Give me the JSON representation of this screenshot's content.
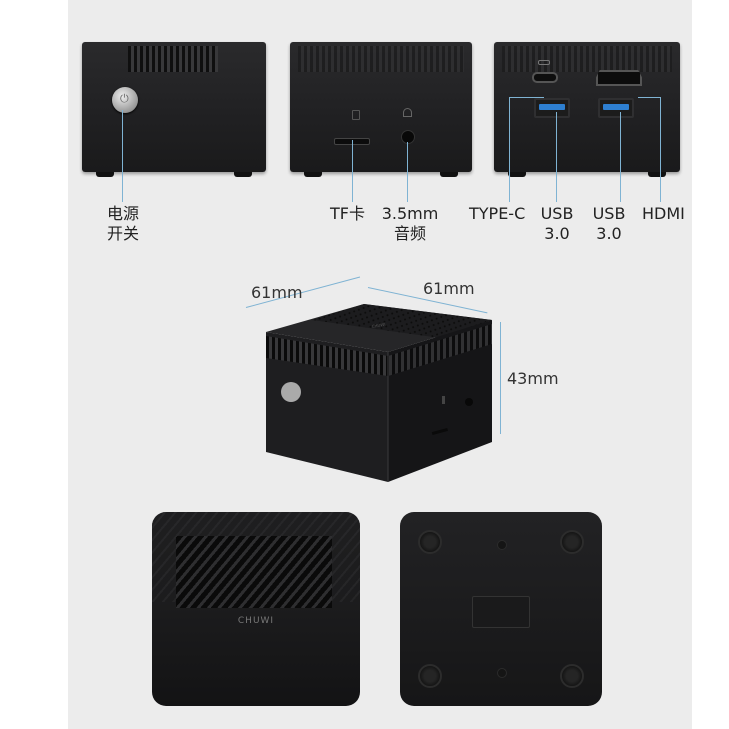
{
  "views": {
    "front": {
      "callouts": [
        {
          "label_line1": "电源",
          "label_line2": "开关",
          "icon": "power-icon"
        }
      ]
    },
    "side": {
      "callouts": [
        {
          "label": "TF卡",
          "icon": "sd-card-icon"
        },
        {
          "label_line1": "3.5mm",
          "label_line2": "音频",
          "icon": "headphone-icon"
        }
      ]
    },
    "back": {
      "callouts": [
        {
          "label": "TYPE-C",
          "icon": "usb-c-icon"
        },
        {
          "label_line1": "USB",
          "label_line2": "3.0",
          "icon": "usb-icon"
        },
        {
          "label_line1": "USB",
          "label_line2": "3.0",
          "icon": "usb-icon"
        },
        {
          "label": "HDMI",
          "icon": "hdmi-icon"
        }
      ]
    },
    "dimensions": {
      "depth": "61mm",
      "width": "61mm",
      "height": "43mm"
    },
    "top": {
      "brand": "CHUWI"
    }
  },
  "colors": {
    "panel_bg": "#ececec",
    "page_bg": "#ffffff",
    "lead_line": "#7fb3d3",
    "device_body": "#222224",
    "usb_accent": "#2e7fd0"
  }
}
